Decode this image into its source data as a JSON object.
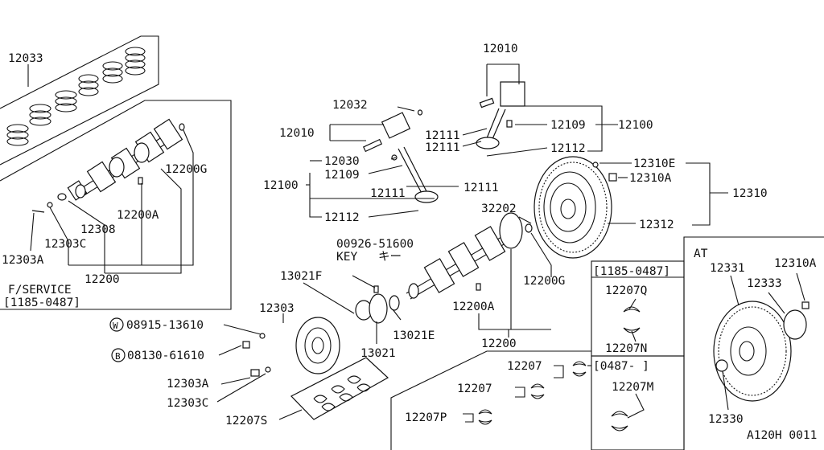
{
  "labels": {
    "p12033": "12033",
    "p12200G_left": "12200G",
    "p12200A_left": "12200A",
    "p12308": "12308",
    "p12303C_left": "12303C",
    "p12303A_left": "12303A",
    "p12200_left": "12200",
    "fservice": "F/SERVICE",
    "fservice_range": "[1185-0487]",
    "p12010_top": "12010",
    "p12032": "12032",
    "p12010_left": "12010",
    "p12111_a": "12111",
    "p12111_b": "12111",
    "p12109_right": "12109",
    "p12100_right": "12100",
    "p12112_right": "12112",
    "p12030": "12030",
    "p12109_left": "12109",
    "p12100_left": "12100",
    "p12111_c": "12111",
    "p12111_d": "12111",
    "p12112_left": "12112",
    "p12310E": "12310E",
    "p12310A_top": "12310A",
    "p12310": "12310",
    "p12312": "12312",
    "p32202": "32202",
    "p00926": "00926-51600",
    "key": "KEY",
    "key_jp": "キー",
    "p12200G_right": "12200G",
    "p13021F": "13021F",
    "p12200A_right": "12200A",
    "p12303": "12303",
    "p13021E": "13021E",
    "p08915": "08915-13610",
    "w_mark": "W",
    "p08130": "08130-61610",
    "b_mark": "B",
    "p13021": "13021",
    "p12200_right": "12200",
    "p12303A_bottom": "12303A",
    "p12303C_bottom": "12303C",
    "p12207S": "12207S",
    "range_1185": "[1185-0487]",
    "p12207Q": "12207Q",
    "p12207N": "12207N",
    "range_0487": "[0487-      ]",
    "p12207M": "12207M",
    "p12207": "12207",
    "p12207_b": "12207",
    "p12207P": "12207P",
    "at": "AT",
    "p12331": "12331",
    "p12310A_at": "12310A",
    "p12333": "12333",
    "p12330": "12330",
    "diagram_code": "A120H 0011"
  }
}
